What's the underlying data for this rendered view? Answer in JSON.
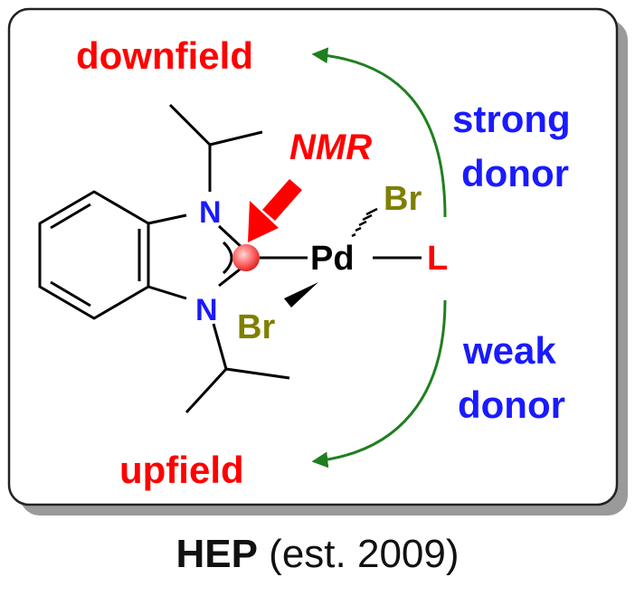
{
  "labels": {
    "downfield": "downfield",
    "upfield": "upfield",
    "strong": "strong",
    "strong_donor": "donor",
    "weak": "weak",
    "weak_donor": "donor",
    "nmr": "NMR"
  },
  "atoms": {
    "n_top": "N",
    "n_bottom": "N",
    "pd": "Pd",
    "br_top": "Br",
    "br_bottom": "Br",
    "ligand": "L"
  },
  "caption": {
    "bold": "HEP",
    "rest": " (est. 2009)"
  },
  "colors": {
    "red": "#ff0000",
    "blue": "#1a1aff",
    "olive": "#7f7f00",
    "green": "#1f7f1f",
    "bond": "#000000",
    "panel_border": "#222222",
    "shadow": "#9a9a9a"
  }
}
